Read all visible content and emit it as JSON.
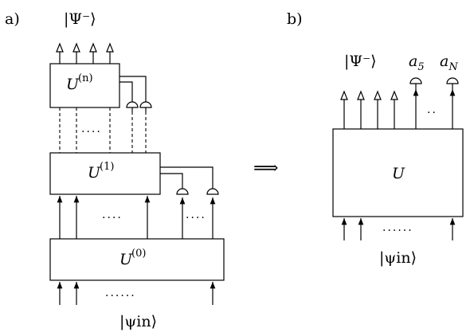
{
  "panel_a": {
    "label": "a)",
    "top_state": "|Ψ⁻⟩",
    "input_state": "|ψin⟩",
    "gates": [
      {
        "name": "U",
        "sup": "(n)"
      },
      {
        "name": "U",
        "sup": "(1)"
      },
      {
        "name": "U",
        "sup": "(0)"
      }
    ],
    "dots": "....",
    "dots_long": "......"
  },
  "implies_arrow": "⟹",
  "panel_b": {
    "label": "b)",
    "top_state": "|Ψ⁻⟩",
    "detector_labels": [
      {
        "name": "a",
        "sub": "5"
      },
      {
        "name": "a",
        "sub": "N"
      }
    ],
    "gate": "U",
    "input_state": "|ψin⟩",
    "dots": "..",
    "dots_long": "......"
  }
}
